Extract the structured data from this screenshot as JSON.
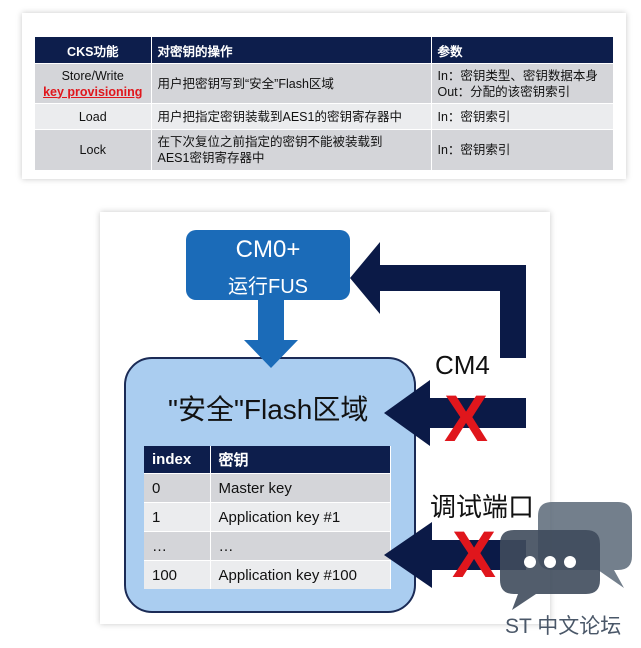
{
  "cks_table": {
    "headers": [
      "CKS功能",
      "对密钥的操作",
      "参数"
    ],
    "rows": [
      {
        "function": "Store/Write",
        "function_link": "key provisioning",
        "operation": "用户把密钥写到“安全”Flash区域",
        "param_line1": "In：密钥类型、密钥数据本身",
        "param_line2": "Out：分配的该密钥索引"
      },
      {
        "function": "Load",
        "operation": "用户把指定密钥装载到AES1的密钥寄存器中",
        "param_line1": "In：密钥索引"
      },
      {
        "function": "Lock",
        "operation_line1": "在下次复位之前指定的密钥不能被装载到",
        "operation_line2": "AES1密钥寄存器中",
        "param_line1": "In：密钥索引"
      }
    ]
  },
  "diagram": {
    "cm0_title": "CM0+",
    "cm0_subtitle": "运行FUS",
    "secure_title": "\"安全\"Flash区域",
    "cm4_label": "CM4",
    "debug_label": "调试端口",
    "blocked_mark": "X",
    "key_table": {
      "headers": [
        "index",
        "密钥"
      ],
      "rows": [
        {
          "index": "0",
          "key": "Master key"
        },
        {
          "index": "1",
          "key": "Application key #1"
        },
        {
          "index": "…",
          "key": "…"
        },
        {
          "index": "100",
          "key": "Application key #100"
        }
      ]
    }
  },
  "watermark": {
    "text": "ST 中文论坛",
    "icon": "chat-bubble-icon"
  },
  "colors": {
    "header_navy": "#0d1e4c",
    "arrow_navy": "#0b1a47",
    "cm0_blue": "#1b6bb8",
    "secure_fill": "#aacdf0",
    "x_red": "#e0161c",
    "watermark_gray": "#5b6878"
  }
}
